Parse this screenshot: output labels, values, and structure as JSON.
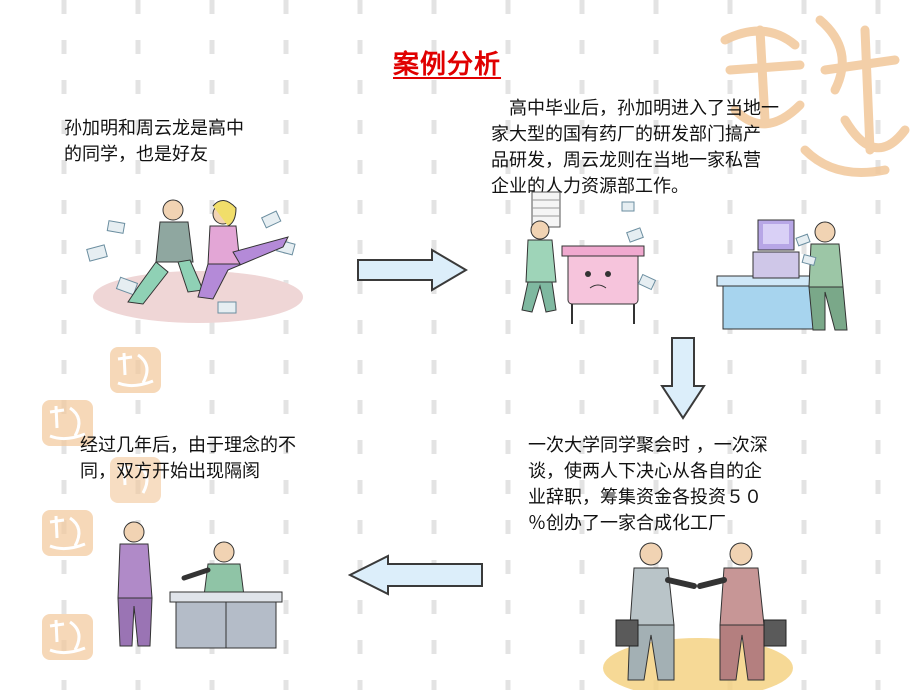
{
  "slide": {
    "title": "案例分析",
    "texts": [
      "孙加明和周云龙是高中\n的同学，也是好友",
      "　高中毕业后，孙加明进入了当地一\n家大型的国有药厂的研发部门搞产\n品研发，周云龙则在当地一家私营\n企业的人力资源部工作。",
      "一次大学同学聚会时 ，一次深\n谈，使两人下决心从各自的企\n业辞职，筹集资金各投资５０\n％创办了一家合成化工厂",
      "经过几年后，由于理念的不\n同，双方开始出现隔阂"
    ]
  },
  "colors": {
    "title": "#e00000",
    "arrow_fill": "#dceefa",
    "arrow_stroke": "#3a3a3a",
    "seal": "#f2c79a",
    "dash": "#e3e3e3"
  },
  "icons": {
    "friends": "two-friends-sitting-illustration",
    "lab": "office-worker-copier-illustration",
    "hr": "hr-worker-computer-illustration",
    "handshake": "handshake-illustration",
    "dispute": "desk-conversation-illustration",
    "seal": "decorative-seal-icon"
  }
}
